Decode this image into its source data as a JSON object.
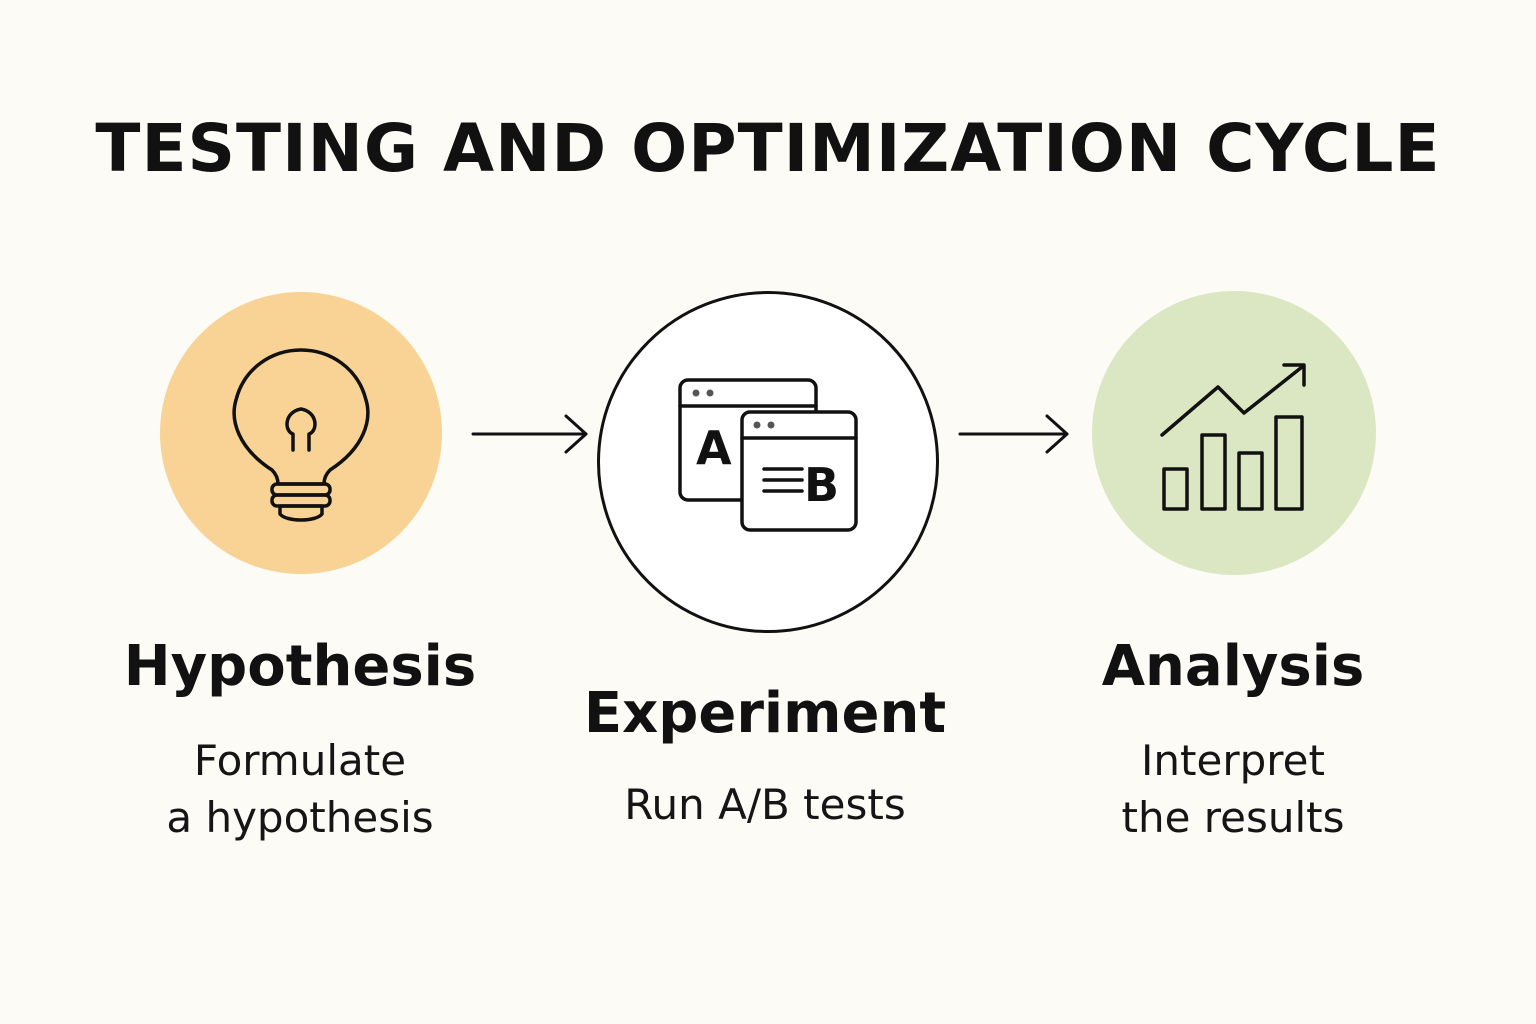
{
  "title": "TESTING AND OPTIMIZATION CYCLE",
  "colors": {
    "background": "#fcfbf6",
    "hypothesis_circle": "#f8d395",
    "experiment_circle": "#ffffff",
    "analysis_circle": "#dbe7c2",
    "ink": "#111111"
  },
  "stages": [
    {
      "title": "Hypothesis",
      "description": "Formulate\na hypothesis",
      "icon": "lightbulb-icon"
    },
    {
      "title": "Experiment",
      "description": "Run A/B tests",
      "icon": "ab-test-windows-icon",
      "window_a_label": "A",
      "window_b_label": "B"
    },
    {
      "title": "Analysis",
      "description": "Interpret\nthe results",
      "icon": "growth-chart-icon"
    }
  ]
}
